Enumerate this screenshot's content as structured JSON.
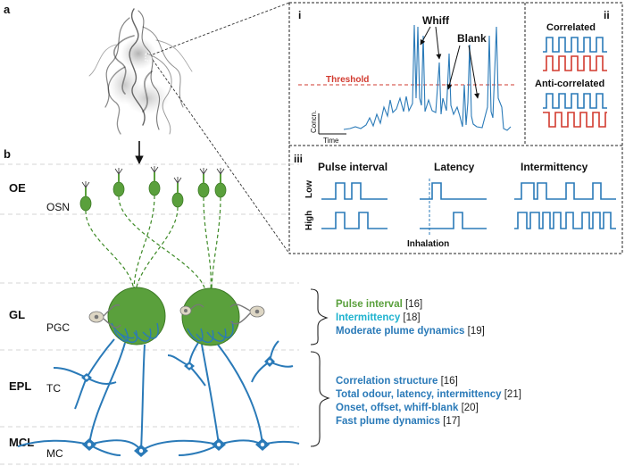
{
  "panels": {
    "a": "a",
    "b": "b",
    "i": "i",
    "ii": "ii",
    "iii": "iii"
  },
  "panel_i": {
    "whiff": "Whiff",
    "blank": "Blank",
    "threshold": "Threshold",
    "y_axis": "Concn.",
    "x_axis": "Time"
  },
  "panel_ii": {
    "correlated": "Correlated",
    "anti_correlated": "Anti-correlated"
  },
  "panel_iii": {
    "col1": "Pulse interval",
    "col2": "Latency",
    "col3": "Intermittency",
    "row_low": "Low",
    "row_high": "High",
    "inhalation": "Inhalation"
  },
  "layers": {
    "oe": "OE",
    "gl": "GL",
    "epl": "EPL",
    "mcl": "MCL"
  },
  "cells": {
    "osn": "OSN",
    "pgc": "PGC",
    "tc": "TC",
    "mc": "MC"
  },
  "gl_refs": [
    {
      "kw": "Pulse interval",
      "ref": "[16]",
      "color": "#5aa03c"
    },
    {
      "kw": "Intermittency",
      "ref": "[18]",
      "color": "#1fb3cf"
    },
    {
      "kw": "Moderate plume dynamics",
      "ref": "[19]",
      "color": "#2a7ab8"
    }
  ],
  "epl_refs": [
    {
      "kw": "Correlation structure",
      "ref": "[16]",
      "color": "#2a7ab8"
    },
    {
      "kw": "Total odour, latency, intermittency",
      "ref": "[21]",
      "color": "#2a7ab8"
    },
    {
      "kw": "Onset, offset, whiff-blank",
      "ref": "[20]",
      "color": "#2a7ab8"
    },
    {
      "kw": "Fast plume dynamics",
      "ref": "[17]",
      "color": "#2a7ab8"
    }
  ],
  "colors": {
    "blue": "#2a7ab8",
    "green": "#5aa03c",
    "cyan": "#1fb3cf",
    "red": "#d23a2f"
  }
}
